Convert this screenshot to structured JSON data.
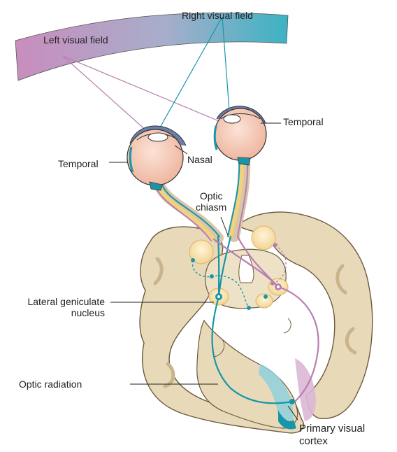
{
  "labels": {
    "left_visual_field": "Left visual field",
    "right_visual_field": "Right visual field",
    "temporal_right": "Temporal",
    "temporal_left": "Temporal",
    "nasal": "Nasal",
    "optic_chiasm_line1": "Optic",
    "optic_chiasm_line2": "chiasm",
    "lgn_line1": "Lateral geniculate",
    "lgn_line2": "nucleus",
    "optic_radiation": "Optic radiation",
    "primary_visual_line1": "Primary visual",
    "primary_visual_line2": "cortex"
  },
  "colors": {
    "left_field_pathway": "#b77fb0",
    "right_field_pathway": "#1696a8",
    "brain_tissue": "#e8d9b9",
    "brain_outline": "#6b5a3e",
    "eyeball": "#f6c9b5",
    "nucleus_yellow": "#f6dda0",
    "optic_nerve_yellow": "#f3d27a"
  }
}
